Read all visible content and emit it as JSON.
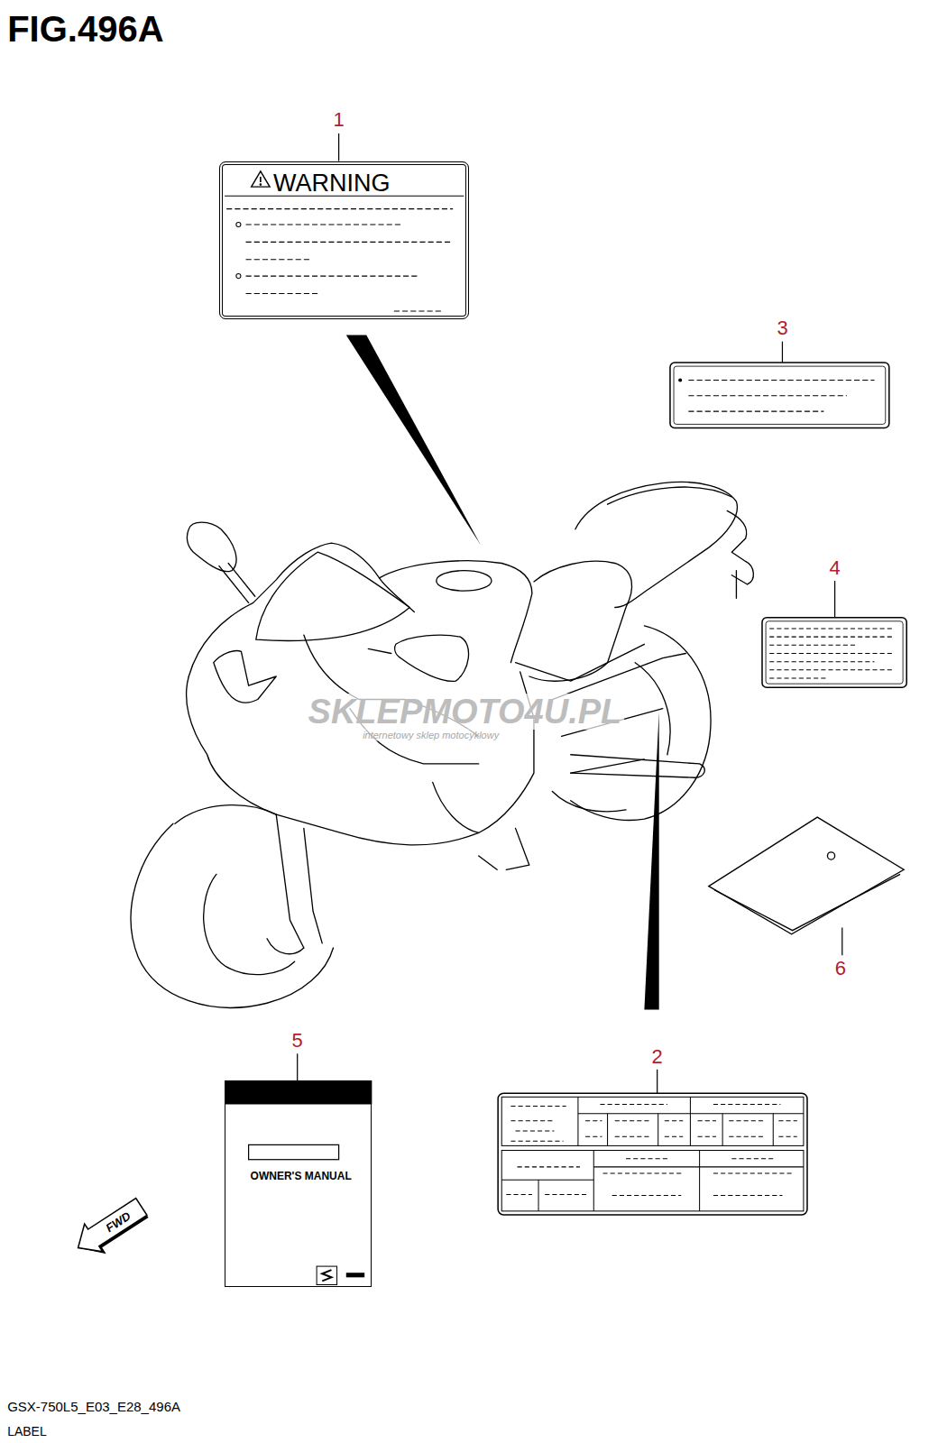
{
  "diagram": {
    "title": "FIG.496A",
    "caption": "GSX-750L5_E03_E28_496A",
    "nodes": [
      {
        "text": [
          "WARNING"
        ]
      },
      {
        "text": [
          "OWNER'S MANUAL"
        ]
      }
    ],
    "labels": [
      "1",
      "3",
      "4",
      "SKLEPMOTO4U.PL",
      "internetowy sklep motocyklowy",
      "6",
      "5",
      "2",
      "FWD",
      "LABEL"
    ]
  }
}
